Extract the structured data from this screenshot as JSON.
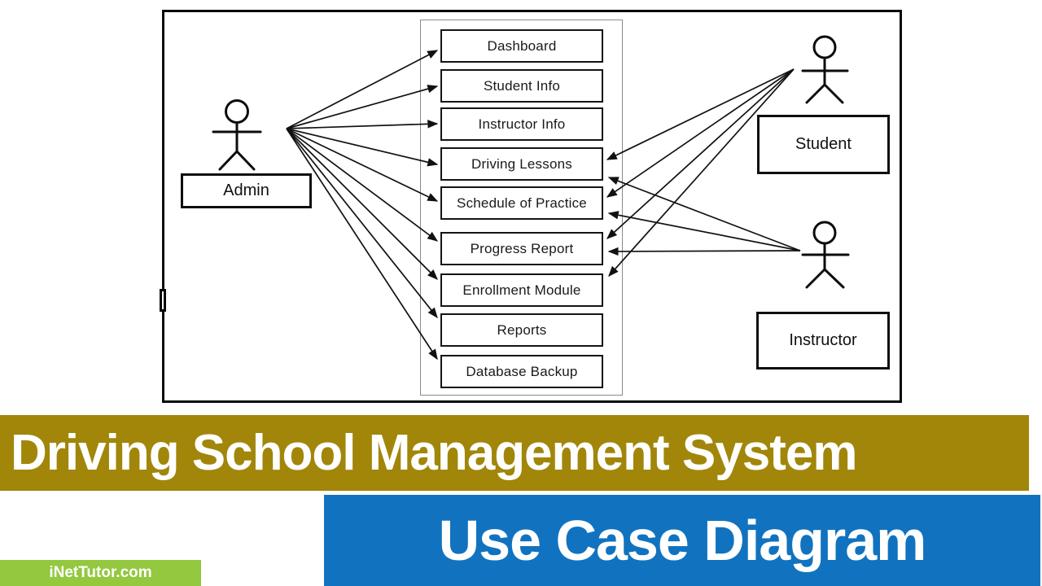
{
  "diagram": {
    "actors": [
      {
        "id": "admin",
        "label": "Admin"
      },
      {
        "id": "student",
        "label": "Student"
      },
      {
        "id": "instructor",
        "label": "Instructor"
      }
    ],
    "use_cases": [
      "Dashboard",
      "Student Info",
      "Instructor Info",
      "Driving Lessons",
      "Schedule of Practice",
      "Progress Report",
      "Enrollment Module",
      "Reports",
      "Database Backup"
    ],
    "connections": [
      {
        "actor": "admin",
        "targets": [
          "Dashboard",
          "Student Info",
          "Instructor Info",
          "Driving Lessons",
          "Schedule of Practice",
          "Progress Report",
          "Enrollment Module",
          "Reports",
          "Database Backup"
        ]
      },
      {
        "actor": "student",
        "targets": [
          "Driving Lessons",
          "Schedule of Practice",
          "Progress Report",
          "Enrollment Module"
        ]
      },
      {
        "actor": "instructor",
        "targets": [
          "Driving Lessons",
          "Schedule of Practice",
          "Progress Report"
        ]
      }
    ]
  },
  "banners": {
    "title": "Driving School Management System",
    "subtitle": "Use Case Diagram",
    "watermark": "iNetTutor.com",
    "colors": {
      "title_bg": "#A1860A",
      "subtitle_bg": "#1173BF",
      "watermark_bg": "#93C83F",
      "banner_text": "#FFFFFF",
      "line_color": "#111111"
    }
  }
}
